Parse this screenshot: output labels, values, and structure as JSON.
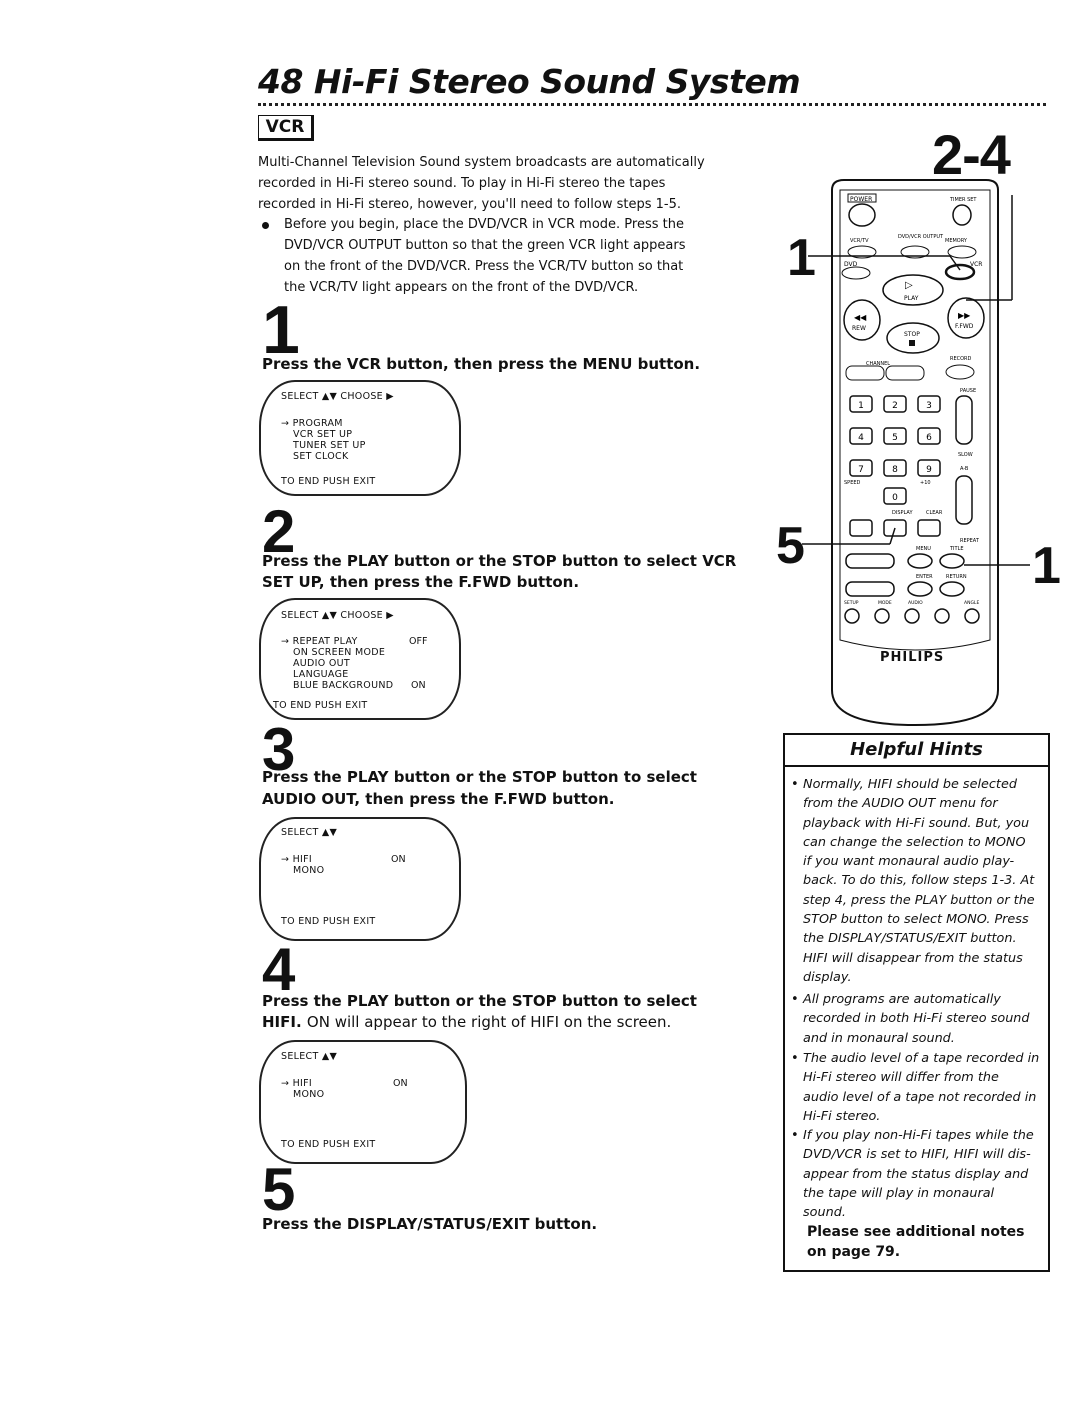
{
  "header": {
    "title": "48 Hi-Fi Stereo Sound System",
    "badge": "VCR",
    "step_range": "2-4"
  },
  "intro": {
    "line1": "Multi-Channel Television Sound system broadcasts are automatically",
    "line2": "recorded in Hi-Fi stereo sound. To play in Hi-Fi stereo the tapes",
    "line3": "recorded in Hi-Fi stereo, however, you'll need to follow steps 1-5.",
    "bullet_line1": "Before you begin, place the DVD/VCR in VCR mode. Press the",
    "bullet_line2": "DVD/VCR OUTPUT button so that the green VCR light appears",
    "bullet_line3": "on the front of the DVD/VCR. Press the VCR/TV button so that",
    "bullet_line4": "the VCR/TV light appears on the front of the DVD/VCR."
  },
  "steps": [
    {
      "number": "1",
      "text": "Press the VCR button, then press the MENU button.",
      "menu": {
        "header": "SELECT ▲▼ CHOOSE ▶",
        "items": [
          "→ PROGRAM",
          "VCR SET UP",
          "TUNER SET UP",
          "SET CLOCK"
        ],
        "footer": "TO END PUSH EXIT"
      }
    },
    {
      "number": "2",
      "text_line1": "Press the PLAY button or the STOP button to select VCR",
      "text_line2": "SET UP, then press the F.FWD button.",
      "menu": {
        "header": "SELECT ▲▼ CHOOSE ▶",
        "items": [
          "→ REPEAT PLAY",
          "ON SCREEN MODE",
          "AUDIO OUT",
          "LANGUAGE",
          "BLUE BACKGROUND"
        ],
        "values": [
          "OFF",
          "ON"
        ],
        "footer": "TO END PUSH EXIT"
      }
    },
    {
      "number": "3",
      "text_line1": "Press the PLAY button or the STOP button to select",
      "text_line2": "AUDIO OUT, then press the F.FWD button.",
      "menu": {
        "header": "SELECT ▲▼",
        "items": [
          "→ HIFI",
          "MONO"
        ],
        "value": "ON",
        "footer": "TO END PUSH EXIT"
      }
    },
    {
      "number": "4",
      "text_line1": "Press the PLAY button or the STOP button to select",
      "text_line2_bold": "HIFI.",
      "text_line2_normal": "ON will appear to the right of HIFI on the screen.",
      "menu": {
        "header": "SELECT ▲▼",
        "items": [
          "→ HIFI",
          "MONO"
        ],
        "value": "ON",
        "footer": "TO END PUSH EXIT"
      }
    },
    {
      "number": "5",
      "text": "Press the DISPLAY/STATUS/EXIT button."
    }
  ],
  "remote": {
    "brand": "PHILIPS",
    "markers": [
      "1",
      "5",
      "1"
    ],
    "labels": {
      "power": "POWER",
      "timer": "TIMER SET",
      "vcrtv": "VCR/TV",
      "output": "DVD/VCR OUTPUT",
      "memory": "MEMORY",
      "dvd": "DVD",
      "vcr": "VCR",
      "play": "PLAY",
      "rew": "REW",
      "ffwd": "F.FWD",
      "stop": "STOP",
      "channel": "CHANNEL",
      "record": "RECORD",
      "pause": "PAUSE",
      "slow": "SLOW",
      "speed": "SPEED",
      "plus10": "+10",
      "display": "DISPLAY",
      "clear": "CLEAR",
      "repeat": "REPEAT",
      "menu": "MENU",
      "title": "TITLE",
      "enter": "ENTER",
      "return": "RETURN",
      "setup": "SETUP",
      "mode": "MODE",
      "audio": "AUDIO",
      "angle": "ANGLE",
      "ab": "A-B"
    },
    "keys": [
      "1",
      "2",
      "3",
      "4",
      "5",
      "6",
      "7",
      "8",
      "9",
      "0"
    ]
  },
  "hints": {
    "title": "Helpful Hints",
    "items": [
      [
        "Normally, HIFI should be selected",
        "from the AUDIO OUT menu for",
        "playback with Hi-Fi sound. But, you",
        "can change the selection to MONO",
        "if you want monaural audio play-",
        "back. To do this, follow steps 1-3. At",
        "step 4, press the PLAY button or the",
        "STOP button to select MONO. Press",
        "the DISPLAY/STATUS/EXIT button.",
        "HIFI will disappear from the status",
        "display."
      ],
      [
        "All programs are automatically",
        "recorded in both Hi-Fi stereo sound",
        "and in monaural sound."
      ],
      [
        "The audio level of a tape recorded in",
        "Hi-Fi stereo will differ from the",
        "audio level of a tape not recorded in",
        "Hi-Fi stereo."
      ],
      [
        "If you play non-Hi-Fi tapes while the",
        "DVD/VCR is set to HIFI, HIFI will dis-",
        "appear from the status display and",
        "the tape will play in monaural",
        "sound."
      ]
    ],
    "note_line1": "Please see additional notes",
    "note_line2": "on page 79."
  }
}
